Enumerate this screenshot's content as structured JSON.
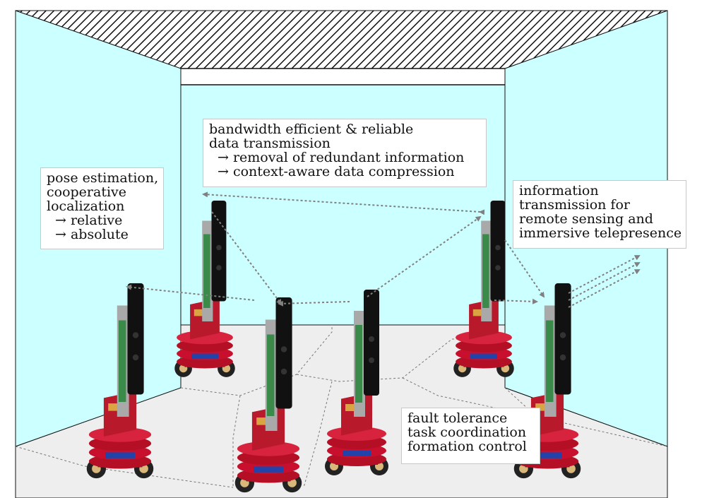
{
  "labels": {
    "pose": {
      "lines": [
        "pose estimation,",
        "cooperative",
        "localization",
        "→ relative",
        "→ absolute"
      ]
    },
    "bandwidth": {
      "lines": [
        "bandwidth efficient & reliable",
        "data transmission",
        "→ removal of redundant information",
        "→ context-aware data compression"
      ]
    },
    "information": {
      "lines": [
        "information",
        "transmission for",
        "remote sensing and",
        "immersive telepresence"
      ]
    },
    "fault": {
      "lines": [
        "fault tolerance",
        "task coordination",
        "formation control"
      ]
    }
  },
  "colors": {
    "wall": "#ccffff",
    "floor": "#eeeeee",
    "robot_board": "#c8102e",
    "arrow": "#808080"
  },
  "icons": {
    "robot": "mobile-robot-icon",
    "arrow": "dotted-arrow"
  }
}
